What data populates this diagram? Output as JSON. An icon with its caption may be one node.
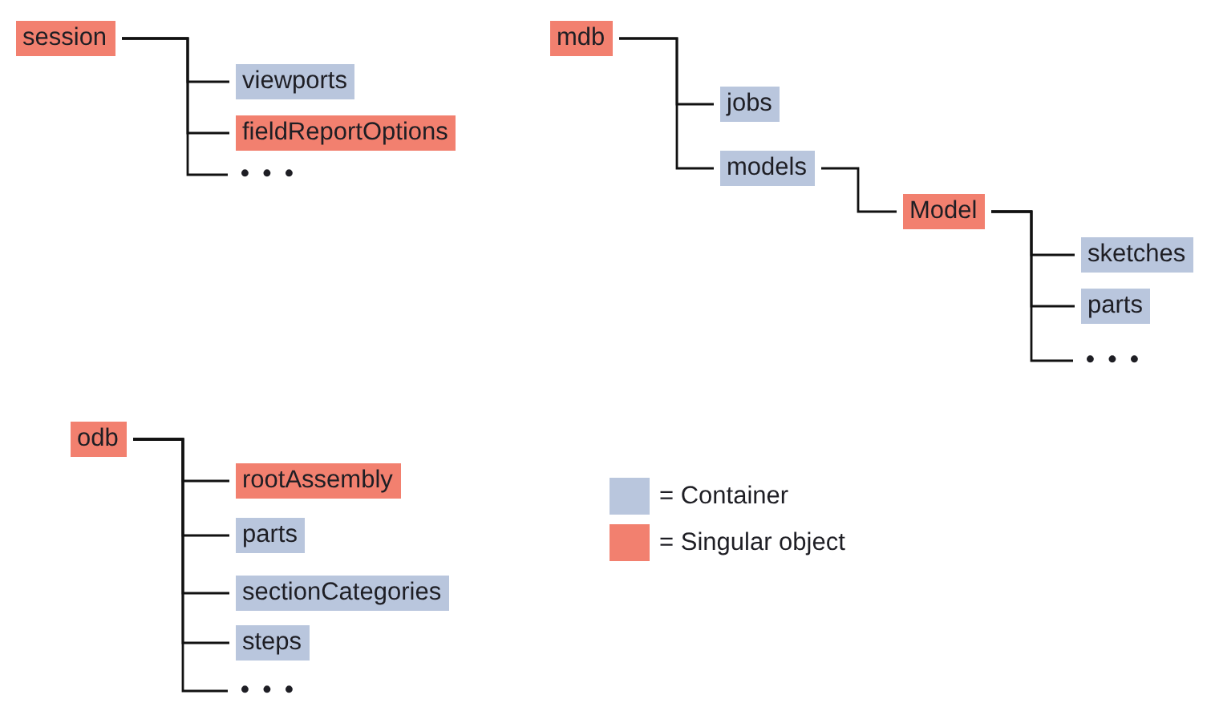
{
  "diagram": {
    "nodes": [
      {
        "text": [
          "session"
        ]
      },
      {
        "text": [
          "viewports"
        ]
      },
      {
        "text": [
          "fieldReportOptions"
        ]
      },
      {
        "text": [
          "• • •"
        ]
      },
      {
        "text": [
          "mdb"
        ]
      },
      {
        "text": [
          "jobs"
        ]
      },
      {
        "text": [
          "models"
        ]
      },
      {
        "text": [
          "Model"
        ]
      },
      {
        "text": [
          "sketches"
        ]
      },
      {
        "text": [
          "parts"
        ]
      },
      {
        "text": [
          "• • •"
        ]
      },
      {
        "text": [
          "odb"
        ]
      },
      {
        "text": [
          "rootAssembly"
        ]
      },
      {
        "text": [
          "parts"
        ]
      },
      {
        "text": [
          "sectionCategories"
        ]
      },
      {
        "text": [
          "steps"
        ]
      },
      {
        "text": [
          "• • •"
        ]
      }
    ],
    "edges": [
      {
        "from": 0,
        "to": 1,
        "arrow": "none"
      },
      {
        "from": 0,
        "to": 2,
        "arrow": "none"
      },
      {
        "from": 0,
        "to": 3,
        "arrow": "none"
      },
      {
        "from": 4,
        "to": 5,
        "arrow": "none"
      },
      {
        "from": 4,
        "to": 6,
        "arrow": "none"
      },
      {
        "from": 6,
        "to": 7,
        "arrow": "none"
      },
      {
        "from": 7,
        "to": 8,
        "arrow": "none"
      },
      {
        "from": 7,
        "to": 9,
        "arrow": "none"
      },
      {
        "from": 7,
        "to": 10,
        "arrow": "none"
      },
      {
        "from": 11,
        "to": 12,
        "arrow": "none"
      },
      {
        "from": 11,
        "to": 13,
        "arrow": "none"
      },
      {
        "from": 11,
        "to": 14,
        "arrow": "none"
      },
      {
        "from": 11,
        "to": 15,
        "arrow": "none"
      },
      {
        "from": 11,
        "to": 16,
        "arrow": "none"
      }
    ],
    "legend": [
      {
        "text": "= Container",
        "color": "#b9c6dd"
      },
      {
        "text": "= Singular object",
        "color": "#f2806f"
      }
    ]
  }
}
